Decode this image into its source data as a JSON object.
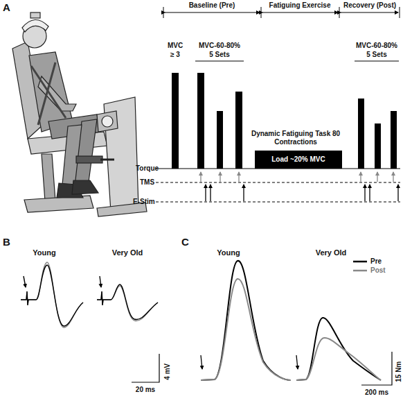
{
  "diagram": {
    "nodes": [
      {
        "text": [
          "Dynamic Fatiguing Task 80 Contractions",
          "Load ~20% MVC"
        ]
      }
    ],
    "labels": [
      "A",
      "Baseline (Pre)",
      "Fatiguing Exercise",
      "Recovery (Post)",
      "MVC",
      "≥ 3",
      "MVC-60-80%",
      "5 Sets",
      "MVC-60-80%",
      "5 Sets",
      "Torque",
      "TMS",
      "E-Stim",
      "B",
      "Young",
      "Very Old",
      "4 mV",
      "20 ms",
      "C",
      "Young",
      "Very Old",
      "15 Nm",
      "200 ms"
    ],
    "legend": [
      {
        "text": "Pre"
      },
      {
        "text": "Post"
      }
    ]
  }
}
